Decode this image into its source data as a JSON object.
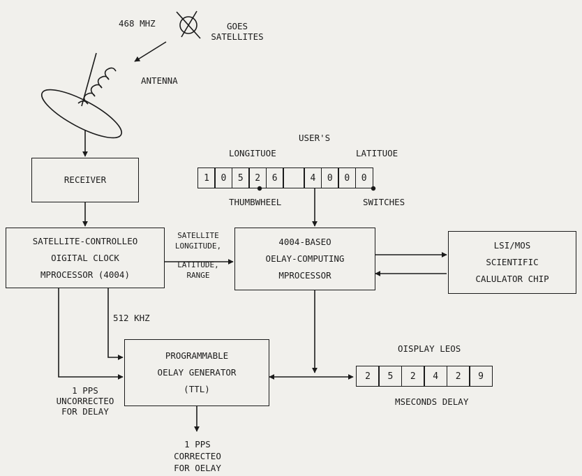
{
  "satellite": {
    "freq": "468 MHz",
    "name": [
      "GOES",
      "SATELLITES"
    ]
  },
  "antenna": {
    "label": "ANTENNA"
  },
  "receiver": {
    "label": "RECEIVER"
  },
  "clock": {
    "lines": [
      "SATELLITE-CONTROLLEO",
      "OIGITAL CLOCK",
      "µPROCESSOR (4004)"
    ]
  },
  "link": {
    "lines": [
      "SATELLITE",
      "LONGITUDE,",
      "LATITUDE,",
      "RANGE"
    ]
  },
  "computer": {
    "lines": [
      "4004-BASEO",
      "OELAY-COMPUTING",
      "µPROCESSOR"
    ]
  },
  "calculator": {
    "lines": [
      "LSI/MOS",
      "SCIENTIFIC",
      "CALULATOR CHIP"
    ]
  },
  "generator": {
    "lines": [
      "PROGRAMMABLE",
      "OELAY GENERATOR",
      "(TTL)"
    ]
  },
  "freq512": "512 kHz",
  "thumbwheels": {
    "user": "USER'S",
    "longitude_label": "LONGITUOE",
    "latitude_label": "LATITUOE",
    "bottom_left": "THUMBWHEEL",
    "bottom_right": "SWITCHES",
    "digits": [
      "1",
      "0",
      "5",
      "2",
      "6",
      "",
      "4",
      "0",
      "0",
      "0"
    ]
  },
  "display": {
    "title": "OISPLAY LEOS",
    "digits": [
      "2",
      "5",
      "2",
      "4",
      "2",
      "9"
    ],
    "caption": "µSECONDS DELAY"
  },
  "out_uncorrected": [
    "1 PPS",
    "UNCORRECTEO",
    "FOR DELAY"
  ],
  "out_corrected": [
    "1 PPS",
    "CORRECTEO",
    "FOR OELAY"
  ]
}
